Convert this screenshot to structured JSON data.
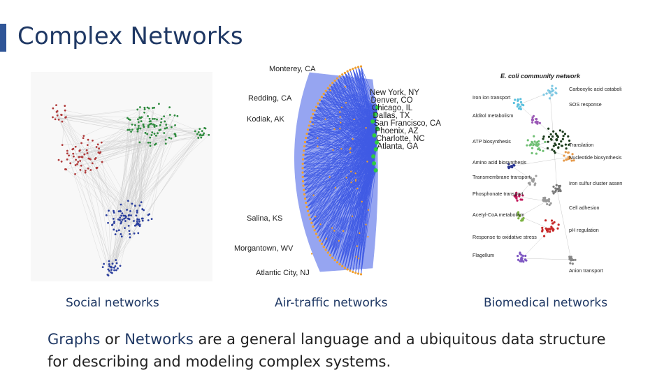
{
  "slide": {
    "title": "Complex Networks"
  },
  "panels": [
    {
      "id": "social",
      "caption": "Social networks"
    },
    {
      "id": "air",
      "caption": "Air-traffic networks",
      "city_labels_left": [
        "Monterey, CA",
        "Redding, CA",
        "Kodiak, AK",
        "Salina, KS",
        "Morgantown, WV",
        "Atlantic City, NJ"
      ],
      "city_labels_right": [
        "New York, NY",
        "Denver, CO",
        "Chicago, IL",
        "Dallas, TX",
        "San Francisco, CA",
        "Phoenix, AZ",
        "Charlotte, NC",
        "Atlanta, GA"
      ]
    },
    {
      "id": "bio",
      "caption": "Biomedical networks",
      "network_title": "E. coli community network",
      "labels_left": [
        "Iron ion transport",
        "Alditol metabolism",
        "ATP biosynthesis",
        "Amino acid biosynthesis",
        "Transmembrane transport",
        "Phosphonate transport",
        "Acetyl-CoA metabolism",
        "Response to oxidative stress",
        "Flagellum"
      ],
      "labels_right": [
        "Carboxylic acid catabolism",
        "SOS response",
        "Translation",
        "Nucleotide biosynthesis",
        "Iron sulfur cluster assembly",
        "Cell adhesion",
        "pH regulation",
        "Anion transport"
      ]
    }
  ],
  "body": {
    "term1": "Graphs",
    "connector1": " or ",
    "term2": "Networks",
    "rest": " are a general language and a ubiquitous data structure for describing and modeling  complex systems."
  },
  "colors": {
    "accent": "#2f5597",
    "title": "#1f3864",
    "social_red": "#b03a3a",
    "social_green": "#2e8b3e",
    "social_blue": "#2b3f9e",
    "air_blue": "#1f3fe0",
    "air_green": "#2ecc40",
    "air_orange": "#f0a030"
  }
}
